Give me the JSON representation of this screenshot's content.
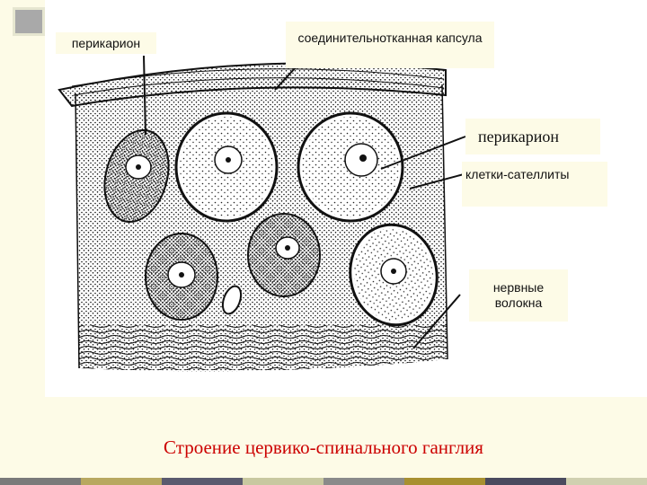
{
  "labels": {
    "perikaryon_left": "перикарион",
    "capsule": "соединительнотканная капсула",
    "perikaryon_right": "перикарион",
    "satellite_cells": "клетки-сателлиты",
    "nerve_fibers": "нервные волокна"
  },
  "caption": "Строение цервико-спинального ганглия",
  "colors": {
    "caption": "#cc0000",
    "background": "#fdfbe7",
    "bottom_bar": [
      "#7a7a7a",
      "#b8a860",
      "#5a5a6e",
      "#c8c8a0",
      "#8a8a8a",
      "#a89030",
      "#4a4a5e",
      "#d0d0b0"
    ]
  }
}
